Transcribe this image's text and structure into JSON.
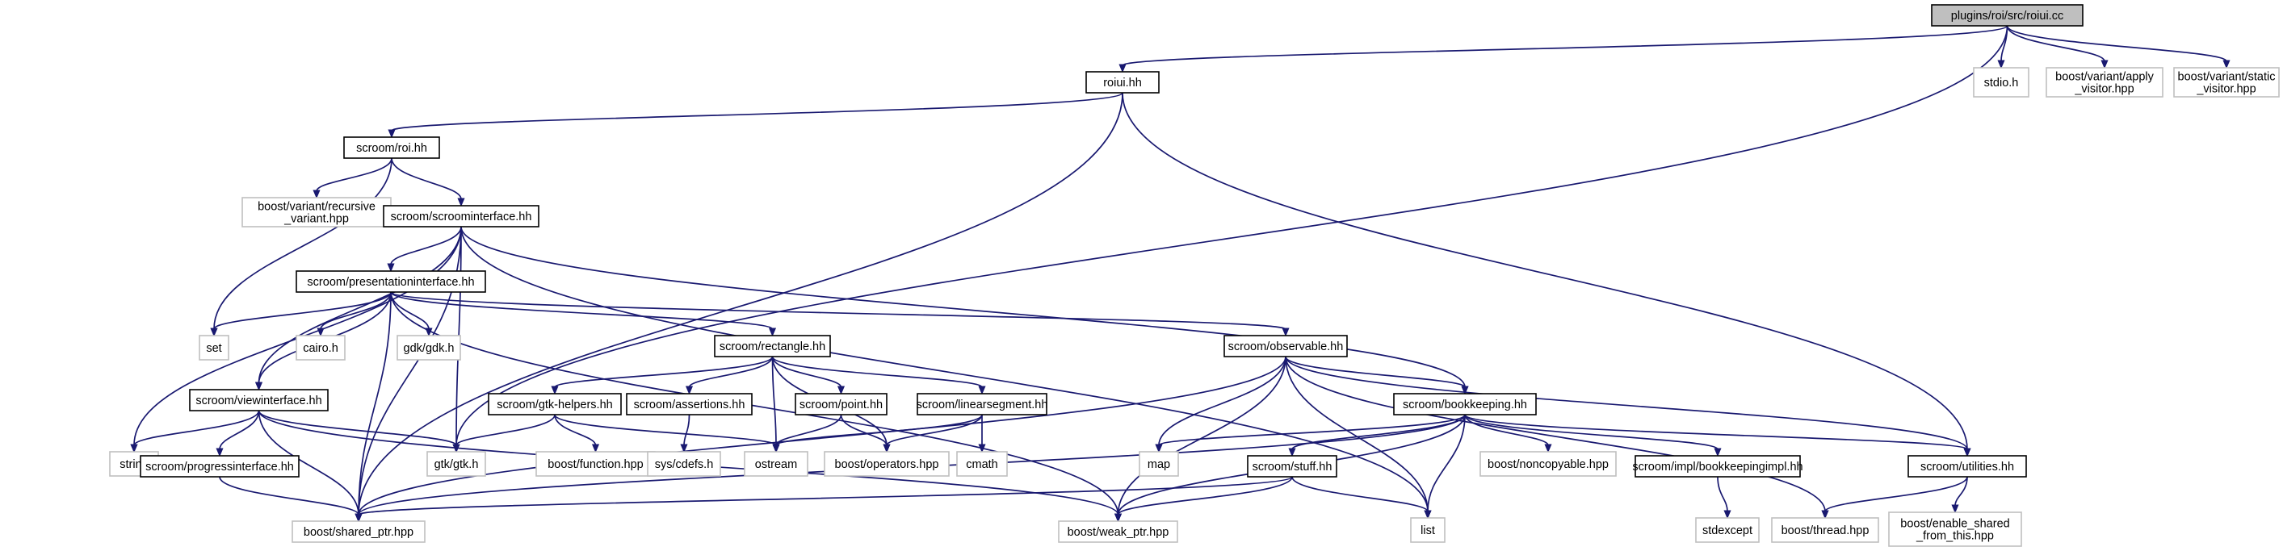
{
  "diagram": {
    "type": "include-dependency-graph",
    "colors": {
      "edge": "#191970",
      "node_border": "#000000",
      "external_border": "#bfbfbf",
      "root_fill": "#bfbfbf"
    },
    "nodes": [
      {
        "id": "roiui_cc",
        "lines": [
          "plugins/roi/src/roiui.cc"
        ],
        "kind": "root"
      },
      {
        "id": "roiui_hh",
        "lines": [
          "roiui.hh"
        ],
        "kind": "file"
      },
      {
        "id": "stdio_h",
        "lines": [
          "stdio.h"
        ],
        "kind": "external"
      },
      {
        "id": "apply_visitor",
        "lines": [
          "boost/variant/apply",
          "_visitor.hpp"
        ],
        "kind": "external"
      },
      {
        "id": "static_visitor",
        "lines": [
          "boost/variant/static",
          "_visitor.hpp"
        ],
        "kind": "external"
      },
      {
        "id": "roi_hh",
        "lines": [
          "scroom/roi.hh"
        ],
        "kind": "file"
      },
      {
        "id": "recursive_variant",
        "lines": [
          "boost/variant/recursive",
          "_variant.hpp"
        ],
        "kind": "external"
      },
      {
        "id": "scroominterface",
        "lines": [
          "scroom/scroominterface.hh"
        ],
        "kind": "file"
      },
      {
        "id": "presentationinterface",
        "lines": [
          "scroom/presentationinterface.hh"
        ],
        "kind": "file"
      },
      {
        "id": "set",
        "lines": [
          "set"
        ],
        "kind": "external"
      },
      {
        "id": "cairo_h",
        "lines": [
          "cairo.h"
        ],
        "kind": "external"
      },
      {
        "id": "gdk_h",
        "lines": [
          "gdk/gdk.h"
        ],
        "kind": "external"
      },
      {
        "id": "rectangle",
        "lines": [
          "scroom/rectangle.hh"
        ],
        "kind": "file"
      },
      {
        "id": "observable",
        "lines": [
          "scroom/observable.hh"
        ],
        "kind": "file"
      },
      {
        "id": "viewinterface",
        "lines": [
          "scroom/viewinterface.hh"
        ],
        "kind": "file"
      },
      {
        "id": "gtkhelpers",
        "lines": [
          "scroom/gtk-helpers.hh"
        ],
        "kind": "file"
      },
      {
        "id": "assertions",
        "lines": [
          "scroom/assertions.hh"
        ],
        "kind": "file"
      },
      {
        "id": "point",
        "lines": [
          "scroom/point.hh"
        ],
        "kind": "file"
      },
      {
        "id": "linearsegment",
        "lines": [
          "scroom/linearsegment.hh"
        ],
        "kind": "file"
      },
      {
        "id": "bookkeeping",
        "lines": [
          "scroom/bookkeeping.hh"
        ],
        "kind": "file"
      },
      {
        "id": "string",
        "lines": [
          "string"
        ],
        "kind": "external"
      },
      {
        "id": "progressinterface",
        "lines": [
          "scroom/progressinterface.hh"
        ],
        "kind": "file"
      },
      {
        "id": "gtk_h",
        "lines": [
          "gtk/gtk.h"
        ],
        "kind": "external"
      },
      {
        "id": "function_hpp",
        "lines": [
          "boost/function.hpp"
        ],
        "kind": "external"
      },
      {
        "id": "cdefs",
        "lines": [
          "sys/cdefs.h"
        ],
        "kind": "external"
      },
      {
        "id": "ostream",
        "lines": [
          "ostream"
        ],
        "kind": "external"
      },
      {
        "id": "operators",
        "lines": [
          "boost/operators.hpp"
        ],
        "kind": "external"
      },
      {
        "id": "cmath",
        "lines": [
          "cmath"
        ],
        "kind": "external"
      },
      {
        "id": "map",
        "lines": [
          "map"
        ],
        "kind": "external"
      },
      {
        "id": "stuff",
        "lines": [
          "scroom/stuff.hh"
        ],
        "kind": "file"
      },
      {
        "id": "noncopyable",
        "lines": [
          "boost/noncopyable.hpp"
        ],
        "kind": "external"
      },
      {
        "id": "bookkeepingimpl",
        "lines": [
          "scroom/impl/bookkeepingimpl.hh"
        ],
        "kind": "file"
      },
      {
        "id": "utilities",
        "lines": [
          "scroom/utilities.hh"
        ],
        "kind": "file"
      },
      {
        "id": "stdexcept",
        "lines": [
          "stdexcept"
        ],
        "kind": "external"
      },
      {
        "id": "shared_ptr",
        "lines": [
          "boost/shared_ptr.hpp"
        ],
        "kind": "external"
      },
      {
        "id": "weak_ptr",
        "lines": [
          "boost/weak_ptr.hpp"
        ],
        "kind": "external"
      },
      {
        "id": "list",
        "lines": [
          "list"
        ],
        "kind": "external"
      },
      {
        "id": "thread",
        "lines": [
          "boost/thread.hpp"
        ],
        "kind": "external"
      },
      {
        "id": "enable_shared",
        "lines": [
          "boost/enable_shared",
          "_from_this.hpp"
        ],
        "kind": "external"
      }
    ],
    "edges": [
      [
        "roiui_cc",
        "roiui_hh"
      ],
      [
        "roiui_cc",
        "stdio_h"
      ],
      [
        "roiui_cc",
        "apply_visitor"
      ],
      [
        "roiui_cc",
        "static_visitor"
      ],
      [
        "roiui_cc",
        "gtk_h"
      ],
      [
        "roiui_hh",
        "roi_hh"
      ],
      [
        "roiui_hh",
        "shared_ptr"
      ],
      [
        "roiui_hh",
        "utilities"
      ],
      [
        "roi_hh",
        "recursive_variant"
      ],
      [
        "roi_hh",
        "scroominterface"
      ],
      [
        "roi_hh",
        "set"
      ],
      [
        "scroominterface",
        "presentationinterface"
      ],
      [
        "scroominterface",
        "viewinterface"
      ],
      [
        "scroominterface",
        "string"
      ],
      [
        "scroominterface",
        "shared_ptr"
      ],
      [
        "scroominterface",
        "gtk_h"
      ],
      [
        "scroominterface",
        "bookkeeping"
      ],
      [
        "scroominterface",
        "list"
      ],
      [
        "presentationinterface",
        "set"
      ],
      [
        "presentationinterface",
        "cairo_h"
      ],
      [
        "presentationinterface",
        "gdk_h"
      ],
      [
        "presentationinterface",
        "rectangle"
      ],
      [
        "presentationinterface",
        "observable"
      ],
      [
        "presentationinterface",
        "viewinterface"
      ],
      [
        "presentationinterface",
        "shared_ptr"
      ],
      [
        "presentationinterface",
        "weak_ptr"
      ],
      [
        "rectangle",
        "gtkhelpers"
      ],
      [
        "rectangle",
        "assertions"
      ],
      [
        "rectangle",
        "point"
      ],
      [
        "rectangle",
        "linearsegment"
      ],
      [
        "rectangle",
        "ostream"
      ],
      [
        "rectangle",
        "operators"
      ],
      [
        "observable",
        "bookkeeping"
      ],
      [
        "observable",
        "utilities"
      ],
      [
        "observable",
        "map"
      ],
      [
        "observable",
        "list"
      ],
      [
        "observable",
        "thread"
      ],
      [
        "observable",
        "shared_ptr"
      ],
      [
        "observable",
        "weak_ptr"
      ],
      [
        "viewinterface",
        "string"
      ],
      [
        "viewinterface",
        "progressinterface"
      ],
      [
        "viewinterface",
        "gtk_h"
      ],
      [
        "viewinterface",
        "shared_ptr"
      ],
      [
        "viewinterface",
        "weak_ptr"
      ],
      [
        "gtkhelpers",
        "gtk_h"
      ],
      [
        "gtkhelpers",
        "function_hpp"
      ],
      [
        "gtkhelpers",
        "ostream"
      ],
      [
        "assertions",
        "cdefs"
      ],
      [
        "point",
        "ostream"
      ],
      [
        "point",
        "operators"
      ],
      [
        "linearsegment",
        "ostream"
      ],
      [
        "linearsegment",
        "operators"
      ],
      [
        "linearsegment",
        "cmath"
      ],
      [
        "bookkeeping",
        "map"
      ],
      [
        "bookkeeping",
        "stuff"
      ],
      [
        "bookkeeping",
        "noncopyable"
      ],
      [
        "bookkeeping",
        "bookkeepingimpl"
      ],
      [
        "bookkeeping",
        "utilities"
      ],
      [
        "bookkeeping",
        "list"
      ],
      [
        "bookkeeping",
        "shared_ptr"
      ],
      [
        "bookkeeping",
        "weak_ptr"
      ],
      [
        "progressinterface",
        "shared_ptr"
      ],
      [
        "stuff",
        "shared_ptr"
      ],
      [
        "stuff",
        "weak_ptr"
      ],
      [
        "stuff",
        "list"
      ],
      [
        "bookkeepingimpl",
        "stdexcept"
      ],
      [
        "utilities",
        "thread"
      ],
      [
        "utilities",
        "enable_shared"
      ]
    ]
  }
}
